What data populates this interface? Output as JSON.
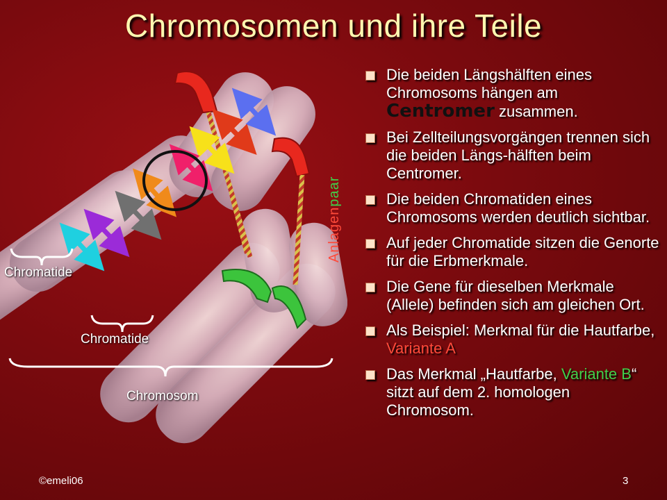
{
  "title": "Chromosomen und ihre Teile",
  "bullets": [
    {
      "pre": "Die beiden Längshälften eines Chromosoms hängen am ",
      "highlight": "Centromer",
      "post": " zusammen."
    },
    {
      "text": "Bei Zellteilungsvorgängen trennen sich die beiden Längs-hälften beim Centromer."
    },
    {
      "text": "Die beiden Chromatiden eines Chromosoms werden deutlich sichtbar."
    },
    {
      "text": "Auf jeder Chromatide sitzen die Genorte für die Erbmerkmale."
    },
    {
      "text": "Die Gene für dieselben Merkmale (Allele) befinden sich am gleichen Ort."
    },
    {
      "pre": "Als Beispiel: Merkmal für die Hautfarbe, ",
      "highlight": "Variante A",
      "post": ""
    },
    {
      "pre": "Das Merkmal „Hautfarbe, ",
      "highlight": "Variante B",
      "post": "“ sitzt auf dem 2. homologen Chromosom."
    }
  ],
  "labels": {
    "chromatide_1": "Chromatide",
    "chromatide_2": "Chromatide",
    "chromosom": "Chromosom",
    "anlagen_part1": "Anlagen",
    "anlagen_part2": "paar"
  },
  "footer": {
    "author": "©emeli06",
    "page": "3"
  },
  "colors": {
    "title": "#fff7b0",
    "variante_a": "#ff4a3a",
    "variante_b": "#40d04a",
    "centromer_red": "#e8281e",
    "centromer_green": "#3cc43c"
  },
  "icons": {
    "bullet": "square-bullet-icon"
  }
}
